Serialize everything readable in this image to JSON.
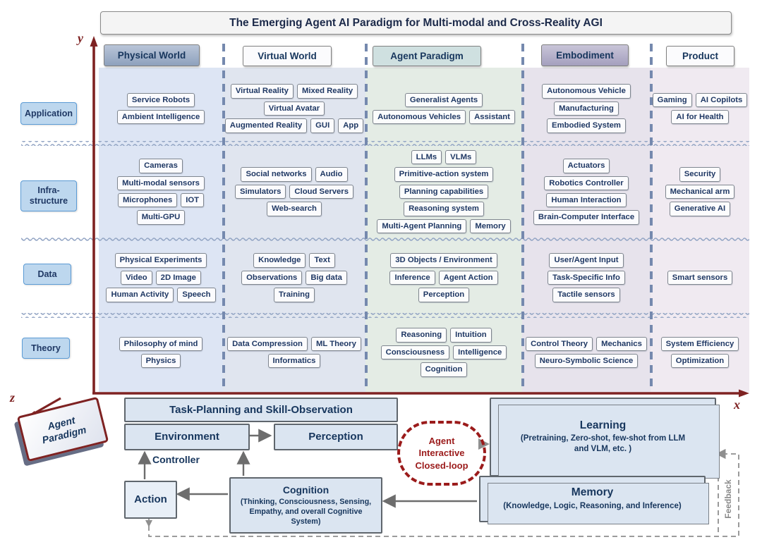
{
  "title": "The Emerging Agent AI Paradigm for Multi-modal and Cross-Reality AGI",
  "axis": {
    "x": "x",
    "y": "y",
    "z": "z"
  },
  "paradigm_badge": "Agent Paradigm",
  "columns": [
    "Physical World",
    "Virtual World",
    "Agent Paradigm",
    "Embodiment",
    "Product"
  ],
  "rows": [
    "Application",
    "Infra-structure",
    "Data",
    "Theory"
  ],
  "cells": {
    "application": {
      "physical": [
        "Service Robots",
        "Ambient Intelligence"
      ],
      "virtual": [
        "Virtual Reality",
        "Mixed Reality",
        "Virtual Avatar",
        "Augmented Reality",
        "GUI",
        "App"
      ],
      "agent": [
        "Generalist Agents",
        "Autonomous Vehicles",
        "Assistant"
      ],
      "embodiment": [
        "Autonomous Vehicle",
        "Manufacturing",
        "Embodied System"
      ],
      "product": [
        "Gaming",
        "AI Copilots",
        "AI for Health"
      ]
    },
    "infrastructure": {
      "physical": [
        "Cameras",
        "Multi-modal sensors",
        "Microphones",
        "IOT",
        "Multi-GPU"
      ],
      "virtual": [
        "Social networks",
        "Audio",
        "Simulators",
        "Cloud Servers",
        "Web-search"
      ],
      "agent": [
        "LLMs",
        "VLMs",
        "Primitive-action system",
        "Planning capabilities",
        "Reasoning system",
        "Multi-Agent Planning",
        "Memory"
      ],
      "embodiment": [
        "Actuators",
        "Robotics Controller",
        "Human Interaction",
        "Brain-Computer Interface"
      ],
      "product": [
        "Security",
        "Mechanical arm",
        "Generative AI"
      ]
    },
    "data": {
      "physical": [
        "Physical Experiments",
        "Video",
        "2D Image",
        "Human Activity",
        "Speech"
      ],
      "virtual": [
        "Knowledge",
        "Text",
        "Observations",
        "Big data",
        "Training"
      ],
      "agent": [
        "3D Objects / Environment",
        "Inference",
        "Agent Action",
        "Perception"
      ],
      "embodiment": [
        "User/Agent Input",
        "Task-Specific Info",
        "Tactile sensors"
      ],
      "product": [
        "Smart sensors"
      ]
    },
    "theory": {
      "physical": [
        "Philosophy of mind",
        "Physics"
      ],
      "virtual": [
        "Data Compression",
        "ML Theory",
        "Informatics"
      ],
      "agent": [
        "Reasoning",
        "Intuition",
        "Consciousness",
        "Intelligence",
        "Cognition"
      ],
      "embodiment": [
        "Control Theory",
        "Mechanics",
        "Neuro-Symbolic Science"
      ],
      "product": [
        "System Efficiency",
        "Optimization"
      ]
    }
  },
  "flow": {
    "task_planning": "Task-Planning and Skill-Observation",
    "environment": "Environment",
    "perception": "Perception",
    "controller": "Controller",
    "action": "Action",
    "cognition_title": "Cognition",
    "cognition_sub": "(Thinking, Consciousness, Sensing, Empathy, and overall Cognitive System)",
    "closed_loop": [
      "Agent",
      "Interactive",
      "Closed-loop"
    ],
    "learning_title": "Learning",
    "learning_sub": "(Pretraining, Zero-shot, few-shot from LLM and VLM, etc. )",
    "memory_title": "Memory",
    "memory_sub": "(Knowledge, Logic, Reasoning, and Inference)",
    "feedback": "Feedback"
  },
  "colors": {
    "axis_red": "#7e2222",
    "closed_loop_red": "#9b1b1b",
    "separator_blue": "#7589ae",
    "text_navy": "#1f3864",
    "row_label_bg": "#bdd7ee",
    "flow_box_bg": "#dbe5f1",
    "band_physical": "#dde5f4",
    "band_virtual": "#e0e5ef",
    "band_agent": "#e4ece5",
    "band_embodiment": "#e7e3ec",
    "band_product": "#f0eaf1"
  }
}
